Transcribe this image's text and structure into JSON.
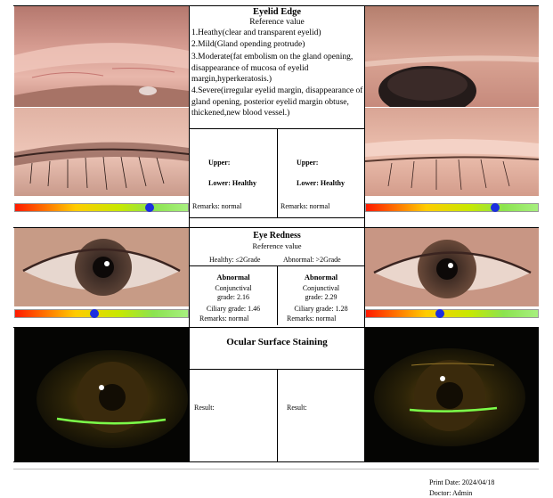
{
  "eyelid_edge": {
    "title": "Eyelid Edge",
    "reference": "Reference value",
    "levels": [
      "1.Heathy(clear and transparent eyelid)",
      "2.Mild(Gland opending protrude)",
      "3.Moderate(fat embolism on the gland opening, disappearance of mucosa of eyelid margin,hyperkeratosis.)",
      "4.Severe(irregular eyelid margin, disappearance of gland opening, posterior eyelid margin obtuse, thickened,new blood vessel.)"
    ],
    "left": {
      "upper": "Upper:",
      "lower": "Lower: Healthy",
      "remarks": "Remarks: normal",
      "scale_level": 0.78
    },
    "right": {
      "upper": "Upper:",
      "lower": "Lower: Healthy",
      "remarks": "Remarks: normal",
      "scale_level": 0.75
    }
  },
  "eye_redness": {
    "title": "Eye Redness",
    "reference": "Reference value",
    "healthy": "Healthy:  ≤2Grade",
    "abnormal_ref": "Abnormal:  >2Grade",
    "left": {
      "status": "Abnormal",
      "conj_label": "Conjunctival",
      "conj_value": "grade: 2.16",
      "ciliary": "Ciliary grade: 1.46",
      "remarks": "Remarks: normal",
      "scale_level": 0.46
    },
    "right": {
      "status": "Abnormal",
      "conj_label": "Conjunctival",
      "conj_value": "grade: 2.29",
      "ciliary": "Ciliary grade: 1.28",
      "remarks": "Remarks: normal",
      "scale_level": 0.43
    }
  },
  "staining": {
    "title": "Ocular Surface Staining",
    "left_result": "Result:",
    "right_result": "Result:"
  },
  "footer": {
    "print_date": "Print Date: 2024/04/18",
    "doctor": "Doctor: Admin"
  }
}
